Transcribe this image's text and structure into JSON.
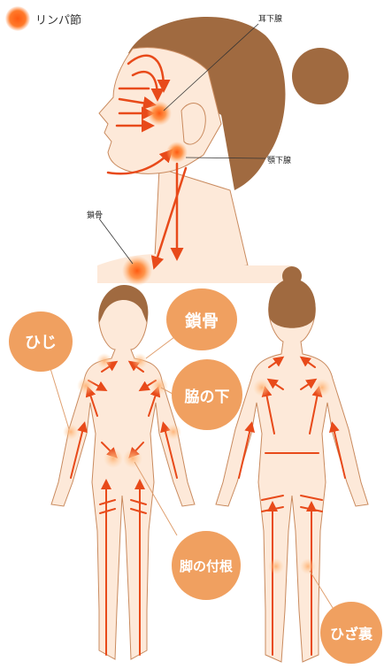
{
  "legend": {
    "label": "リンパ節",
    "icon": "lymph-node-dot-icon"
  },
  "face_labels": {
    "parotid": "耳下腺",
    "submandibular": "顎下腺",
    "clavicle": "鎖骨"
  },
  "bubbles": {
    "clavicle": "鎖骨",
    "elbow": "ひじ",
    "armpit": "脇の下",
    "groin": "脚の付根",
    "knee_back": "ひざ裏"
  },
  "colors": {
    "skin": "#fde9d9",
    "outline": "#c98a5e",
    "hair": "#a06a40",
    "arrow": "#e84a1a",
    "node": "#ff6a1a",
    "bubble": "#f0a060"
  }
}
